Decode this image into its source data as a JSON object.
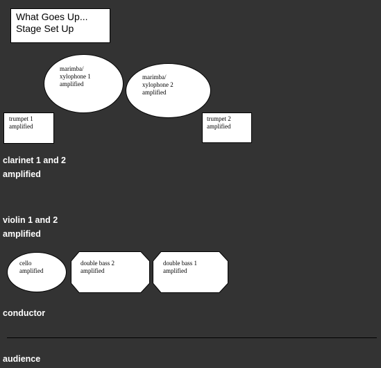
{
  "title": {
    "line1": "What Goes Up...",
    "line2": "Stage Set Up"
  },
  "instruments": {
    "marimba1": {
      "line1": "marimba/",
      "line2": "xylophone 1",
      "line3": "amplified"
    },
    "marimba2": {
      "line1": "marimba/",
      "line2": "xylophone 2",
      "line3": "amplified"
    },
    "trumpet1": {
      "line1": "trumpet 1",
      "line2": "amplified"
    },
    "trumpet2": {
      "line1": "trumpet 2",
      "line2": "amplified"
    },
    "cello": {
      "line1": "cello",
      "line2": "amplified"
    },
    "doublebass2": {
      "line1": "double bass 2",
      "line2": "amplified"
    },
    "doublebass1": {
      "line1": "double bass 1",
      "line2": "amplified"
    }
  },
  "sections": {
    "clarinet": {
      "line1": "clarinet 1 and 2",
      "line2": "amplified"
    },
    "violin": {
      "line1": "violin 1 and 2",
      "line2": "amplified"
    },
    "conductor": "conductor",
    "audience": "audience"
  },
  "colors": {
    "background": "#333333",
    "shape_fill": "#ffffff",
    "text_light": "#ffffff",
    "outline": "#000000"
  }
}
